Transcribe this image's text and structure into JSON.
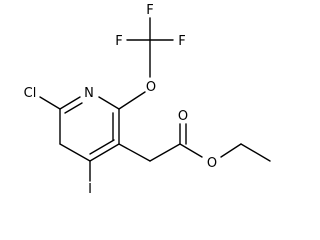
{
  "atoms": {
    "fluorine_top": "F",
    "fluorine_left": "F",
    "fluorine_right": "F",
    "ether_oxygen": "O",
    "ring_nitrogen": "N",
    "chlorine": "Cl",
    "iodine": "I",
    "carbonyl_oxygen": "O",
    "ester_oxygen": "O"
  },
  "colors": {
    "bond": "#000000",
    "label": "#000000",
    "background": "#ffffff"
  }
}
